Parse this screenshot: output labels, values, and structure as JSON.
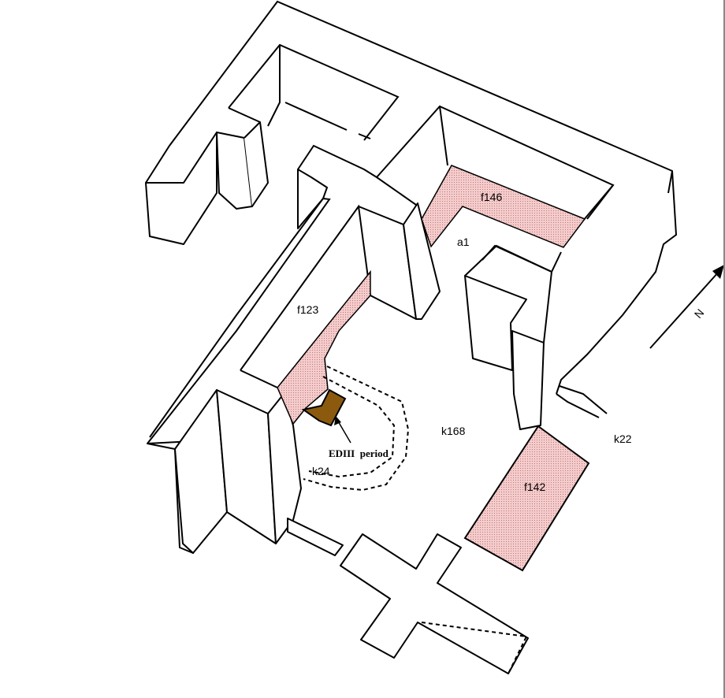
{
  "labels": {
    "f146": "f146",
    "a1": "a1",
    "f123": "f123",
    "k168": "k168",
    "k22": "k22",
    "f142": "f142",
    "k24": "k24",
    "ediii": "EDIII  period",
    "north": "N"
  },
  "colors": {
    "floor_fill": "#f2c4c4",
    "floor_hatch": "#c98a8a",
    "ediii_fill": "#8b5a0e"
  }
}
